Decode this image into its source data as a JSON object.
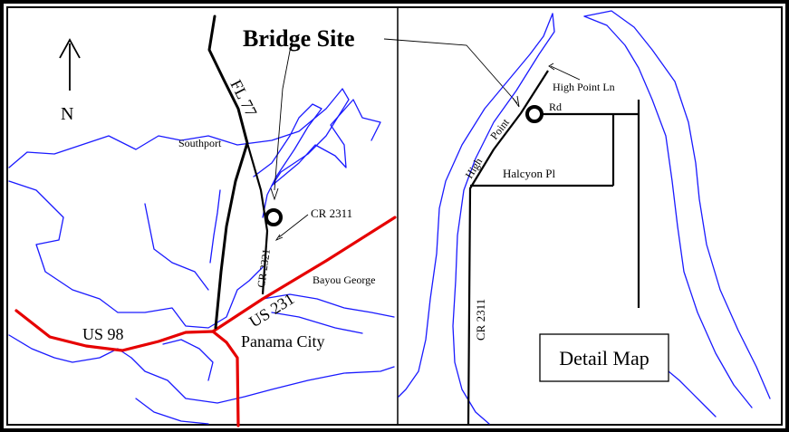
{
  "overview_map": {
    "title": "Bridge Site",
    "north_label": "N",
    "places": {
      "southport": "Southport",
      "panama_city": "Panama City",
      "bayou_george": "Bayou George"
    },
    "roads": {
      "fl77": "FL 77",
      "cr2311": "CR 2311",
      "cr2321": "CR 2321",
      "us231": "US 231",
      "us98": "US 98"
    }
  },
  "detail_map": {
    "title": "Detail Map",
    "roads": {
      "high_point_ln": "High Point Ln",
      "rd": "Rd",
      "high": "High",
      "point": "Point",
      "halcyon_pl": "Halcyon Pl",
      "cr2311": "CR 2311"
    }
  },
  "colors": {
    "water": "#1a1aff",
    "highway": "#e60000",
    "road": "#000000"
  }
}
